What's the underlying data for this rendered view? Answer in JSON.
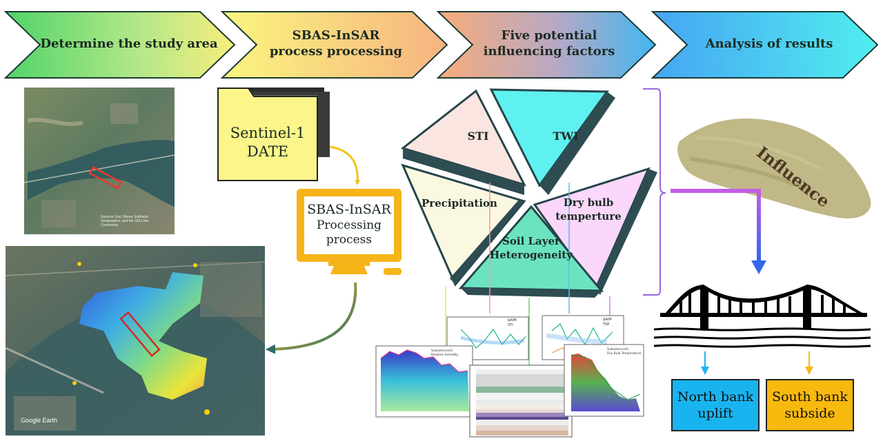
{
  "steps": [
    {
      "label": "Determine the study area",
      "color": "#8ee07e"
    },
    {
      "label": "SBAS-InSAR\nprocess processing",
      "color": "#f6e27a"
    },
    {
      "label": "Five potential\ninfluencing factors",
      "color": "#f7b07a"
    },
    {
      "label": "Analysis of results",
      "color": "#5cc8f2"
    }
  ],
  "folder": {
    "label": "Sentinel-1\nDATE"
  },
  "monitor": {
    "title": "SBAS-InSAR",
    "subtitle": "Processing\nprocess"
  },
  "map_caption": "Sources: Esri, Maxar, Earthstar\nGeographics, and the GIS User\nCommunity",
  "map_watermark": "Google Earth",
  "factors": {
    "sti": "STI",
    "twi": "TWI",
    "precipitation": "Precipitation",
    "dry_bulb": "Dry bulb\ntemperture",
    "soil_layer": "Soil Layer\nHeterogeneity"
  },
  "influence": "Influence",
  "results": {
    "north": "North bank\nuplift",
    "south": "South bank\nsubside"
  },
  "chart_legends": {
    "sti": [
      "ΔAIM",
      "STI"
    ],
    "twi": [
      "ΔAIM",
      "TWI"
    ],
    "precip": [
      "Subsidence(t)",
      "Relative humidity"
    ],
    "dry": [
      "Subsidence(t)",
      "Dry Bulb Temperature"
    ]
  },
  "colors": {
    "arrow_yellow": "#f3c316",
    "arrow_blue": "#3366ee",
    "bracket": "#9966dd",
    "north_box": "#19b4f0",
    "south_box": "#f8b90f",
    "influence_brush": "#b9b07a"
  }
}
